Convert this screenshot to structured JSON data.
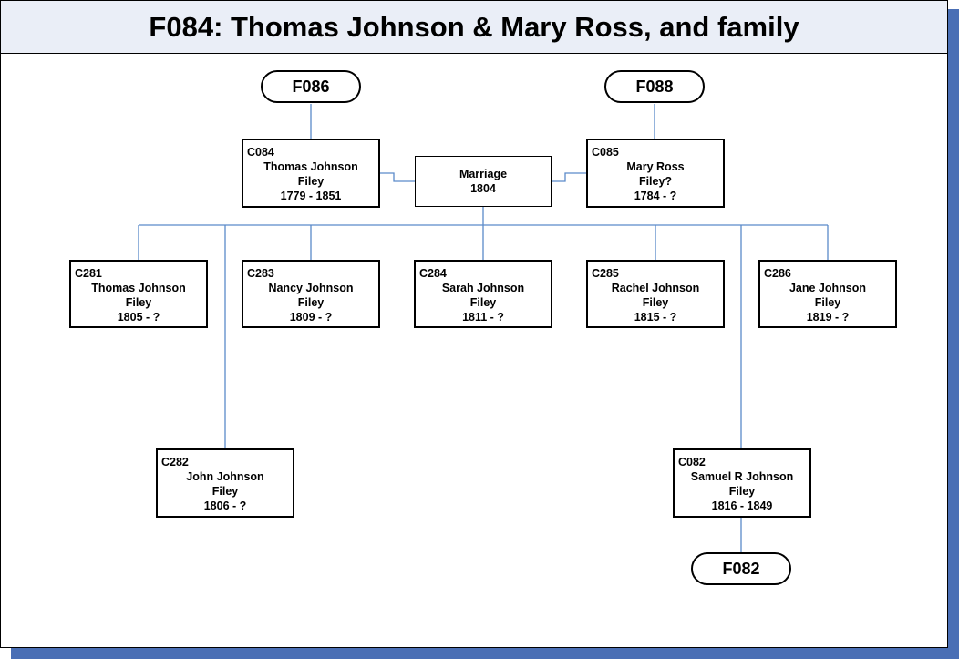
{
  "title": "F084: Thomas Johnson & Mary Ross, and family",
  "colors": {
    "accent": "#4a6fb5",
    "header_bg": "#eaeef7",
    "connector": "#5b8ac9"
  },
  "families": {
    "father_parents": "F086",
    "mother_parents": "F088",
    "child_family": "F082"
  },
  "marriage": {
    "label": "Marriage",
    "year": "1804"
  },
  "father": {
    "code": "C084",
    "name": "Thomas Johnson",
    "place": "Filey",
    "dates": "1779 - 1851"
  },
  "mother": {
    "code": "C085",
    "name": "Mary Ross",
    "place": "Filey?",
    "dates": "1784 - ?"
  },
  "children": [
    {
      "code": "C281",
      "name": "Thomas Johnson",
      "place": "Filey",
      "dates": "1805 - ?"
    },
    {
      "code": "C283",
      "name": "Nancy Johnson",
      "place": "Filey",
      "dates": "1809 - ?"
    },
    {
      "code": "C284",
      "name": "Sarah Johnson",
      "place": "Filey",
      "dates": "1811 - ?"
    },
    {
      "code": "C285",
      "name": "Rachel Johnson",
      "place": "Filey",
      "dates": "1815 - ?"
    },
    {
      "code": "C286",
      "name": "Jane Johnson",
      "place": "Filey",
      "dates": "1819 - ?"
    },
    {
      "code": "C282",
      "name": "John Johnson",
      "place": "Filey",
      "dates": "1806 - ?"
    },
    {
      "code": "C082",
      "name": "Samuel R Johnson",
      "place": "Filey",
      "dates": "1816 - 1849"
    }
  ]
}
